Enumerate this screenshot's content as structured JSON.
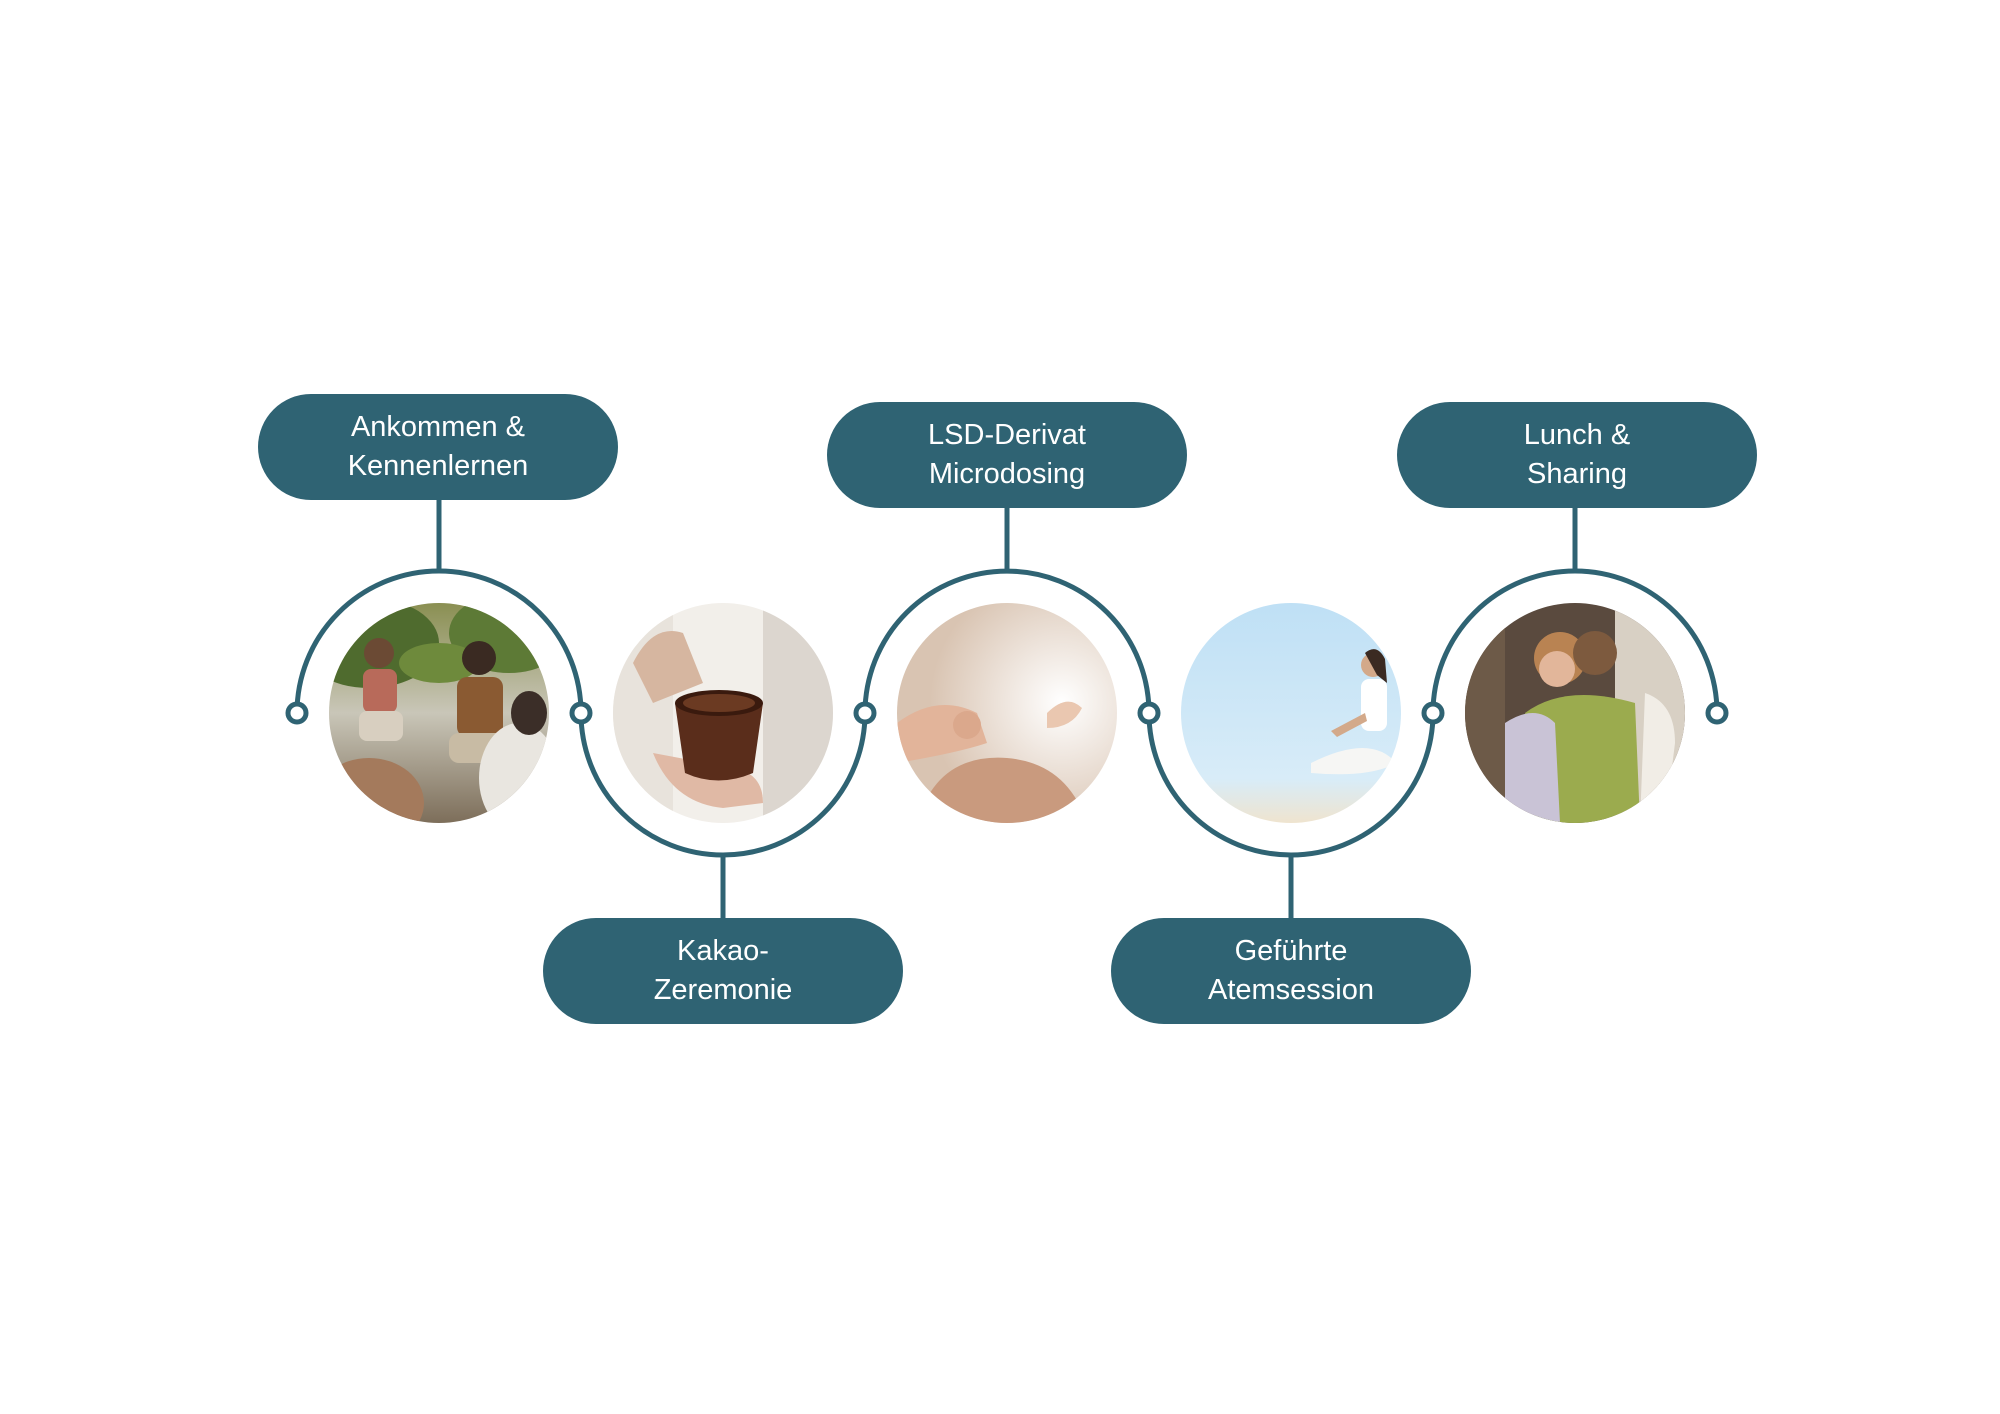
{
  "accent_color": "#2F6373",
  "steps": [
    {
      "line1": "Ankommen &",
      "line2": "Kennenlernen",
      "photo_icon": "group-sitting-outdoors-photo"
    },
    {
      "line1": "Kakao-",
      "line2": "Zeremonie",
      "photo_icon": "cacao-cup-in-hand-photo"
    },
    {
      "line1": "LSD-Derivat",
      "line2": "Microdosing",
      "photo_icon": "meditation-hand-mudra-photo"
    },
    {
      "line1": "Geführte",
      "line2": "Atemsession",
      "photo_icon": "woman-meditating-on-beach-photo"
    },
    {
      "line1": "Lunch &",
      "line2": "Sharing",
      "photo_icon": "people-hugging-photo"
    }
  ]
}
